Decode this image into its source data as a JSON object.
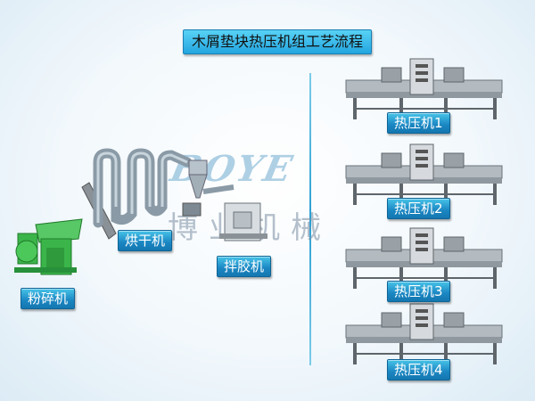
{
  "title": "木屑垫块热压机组工艺流程",
  "logo": {
    "latin": "BOYE",
    "cn": "博业机械"
  },
  "left_machines": {
    "crusher": "粉碎机",
    "dryer": "烘干机",
    "mixer": "拌胶机"
  },
  "presses": [
    {
      "label": "热压机1"
    },
    {
      "label": "热压机2"
    },
    {
      "label": "热压机3"
    },
    {
      "label": "热压机4"
    }
  ],
  "colors": {
    "label_blue": "#1a86c2",
    "title_blue": "#23a5e0",
    "machine_green": "#3bb54a",
    "machine_grey": "#9aa1a6"
  }
}
